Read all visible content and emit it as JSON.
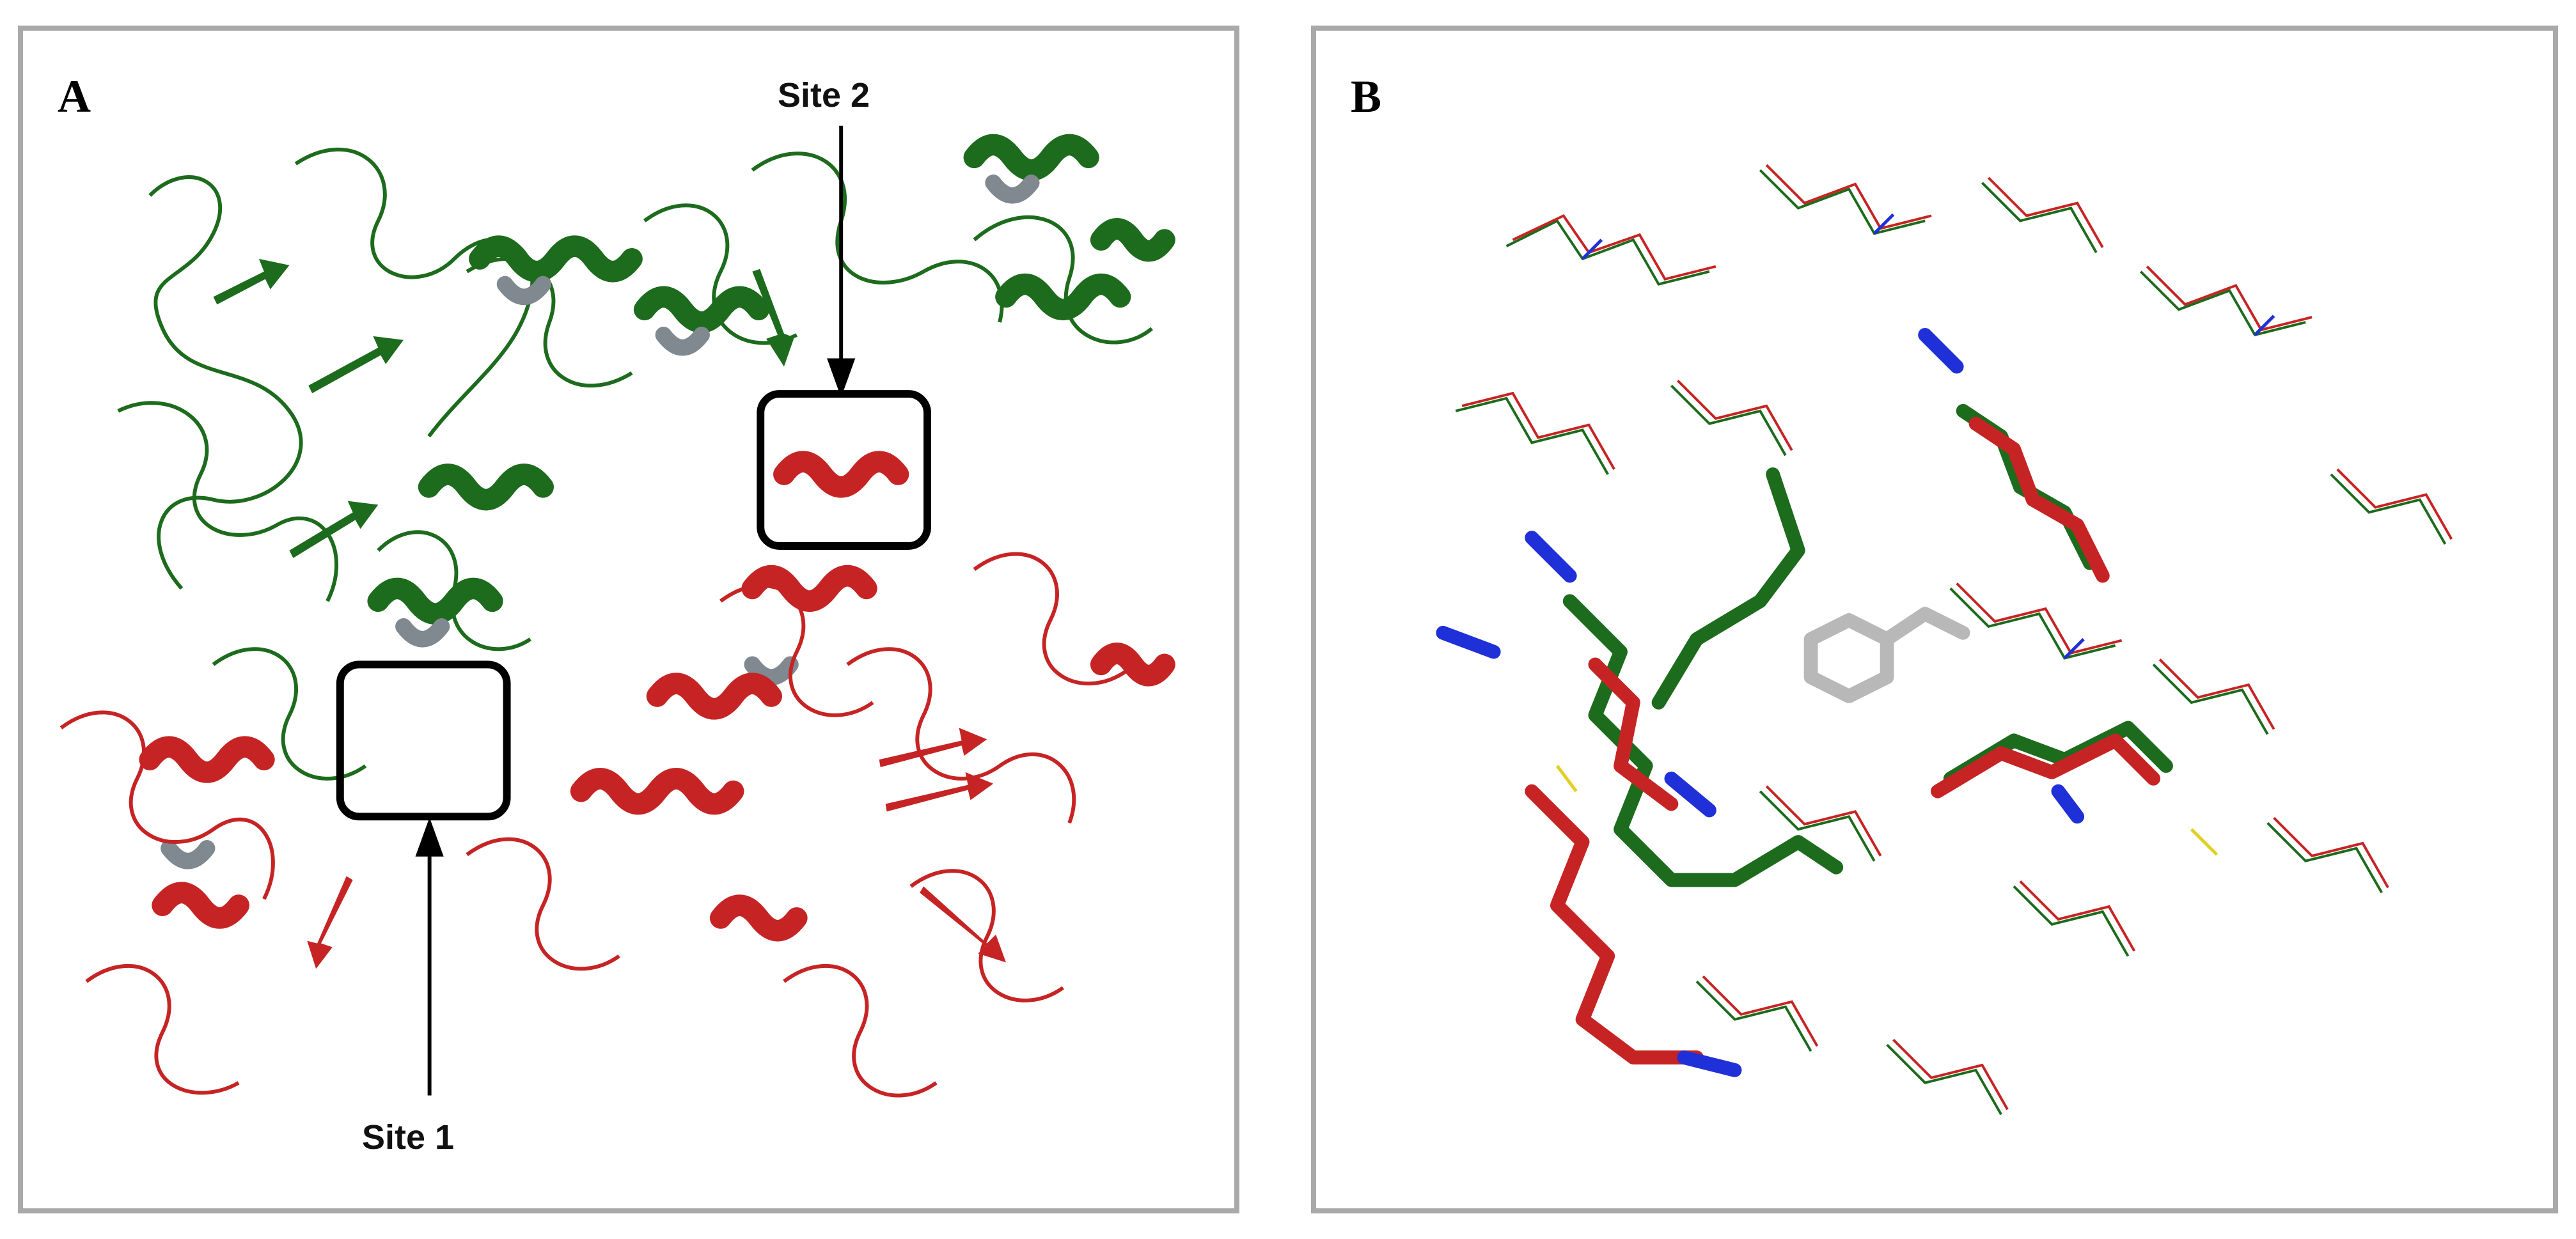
{
  "panels": {
    "a": {
      "label": "A"
    },
    "b": {
      "label": "B"
    }
  },
  "sites": {
    "site1": "Site 1",
    "site2": "Site 2"
  },
  "colors": {
    "chain_green": "#1d6b1d",
    "chain_red": "#c62424",
    "helix_gray": "#808890",
    "nitrogen_blue": "#2030d8",
    "sulfur_yellow": "#e0d020",
    "ligand_gray": "#b8b8b8",
    "frame_gray": "#a9a9a9"
  }
}
